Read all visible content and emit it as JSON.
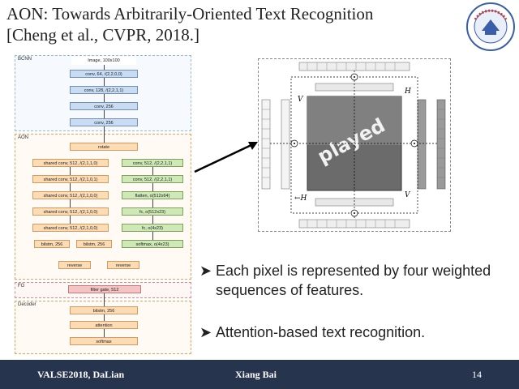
{
  "slide": {
    "title_line1": "AON: Towards Arbitrarily-Oriented Text Recognition",
    "title_line2": "[Cheng et al., CVPR, 2018.]"
  },
  "logo": {
    "name": "university-seal"
  },
  "diagram": {
    "sections": {
      "bcnn": "BCNN",
      "aon": "AON",
      "fg": "FG",
      "decoder": "Decoder"
    },
    "bcnn_input": "Image, 100x100",
    "bcnn_blocks": [
      "conv, 64, /(2,2,0,0)",
      "conv, 128, /(2,2,1,1)",
      "conv, 256",
      "conv, 256"
    ],
    "aon_rotate": "rotate",
    "aon_shared_left": [
      "shared conv, 512, /(2,1,1,0)",
      "shared conv, 512, /(2,1,0,1)",
      "shared conv, 512, /(2,1,0,0)",
      "shared conv, 512, /(2,1,0,0)",
      "shared conv, 512, /(2,1,0,0)"
    ],
    "aon_right": [
      "conv, 512, /(2,2,1,1)",
      "conv, 512, /(2,2,1,1)",
      "flatten, o(512x64)",
      "fc, o(512x23)",
      "fc, o(4x23)",
      "softmax, o(4x23)"
    ],
    "aon_bilstm_left": "bilstm, 256",
    "aon_bilstm_right": "bilstm, 256",
    "aon_reverse_left": "reverse",
    "aon_reverse_right": "reverse",
    "fg_block": "filter gate, 512",
    "decoder_blocks": [
      "bilstm, 256",
      "attention",
      "softmax"
    ]
  },
  "illustration": {
    "word": "played",
    "labels": {
      "h_left": "←H",
      "h_right": "H",
      "v_top": "V",
      "v_bottom": "V"
    }
  },
  "bullets": [
    {
      "line1": "Each pixel is represented by four weighted",
      "line2": "sequences of features."
    },
    {
      "line1": "Attention-based text recognition."
    }
  ],
  "footer": {
    "left": "VALSE2018, DaLian",
    "center": "Xiang Bai",
    "page": "14"
  },
  "colors": {
    "footer_bg": "#27344d",
    "blue_block": "#c9dcf2",
    "orange_block": "#fbdcb6",
    "green_block": "#cfe8b8",
    "pink_block": "#f2c4c4"
  }
}
